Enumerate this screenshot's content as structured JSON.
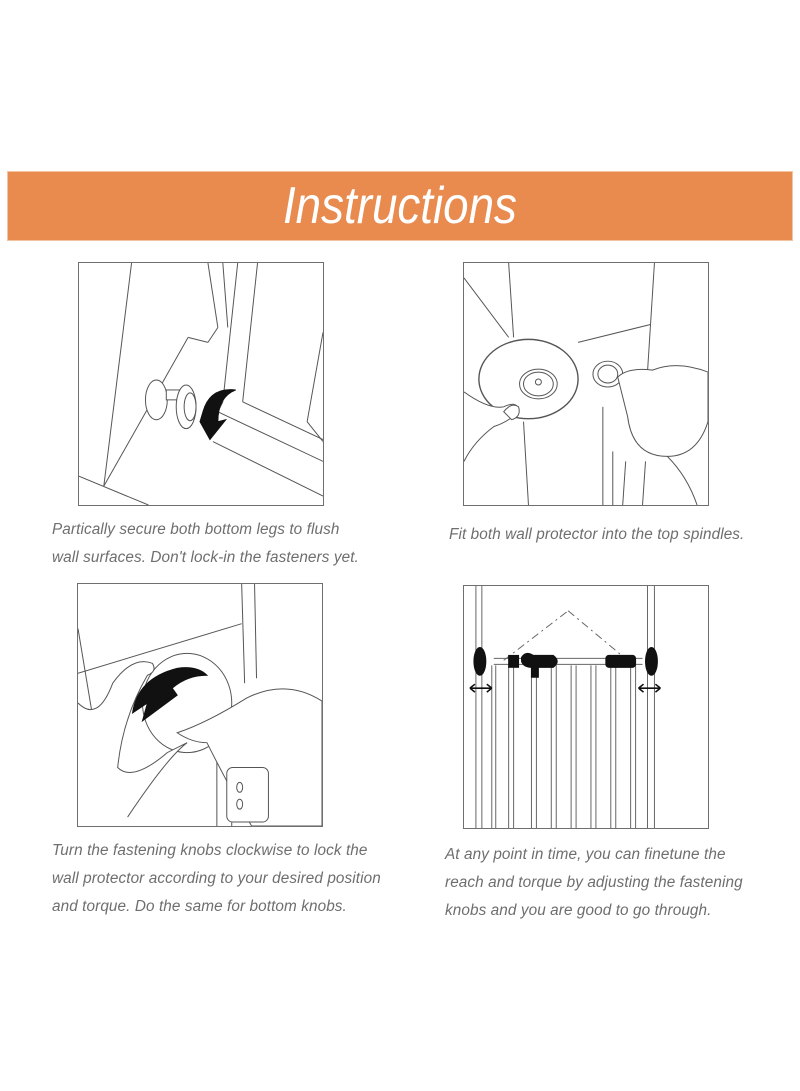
{
  "banner": {
    "title": "Instructions",
    "background_color": "#e98a4f",
    "text_color": "#ffffff"
  },
  "steps": [
    {
      "illustration": "knob-tighten-bottom-leg",
      "caption": "Partically secure both bottom legs to flush\nwall surfaces. Don't lock-in the fasteners yet."
    },
    {
      "illustration": "fit-wall-protector-top-spindle",
      "caption": "Fit both wall protector into the top spindles."
    },
    {
      "illustration": "turn-knob-clockwise",
      "caption": "Turn the fastening knobs clockwise to lock the\nwall protector according to your desired position\nand torque. Do the same for bottom knobs."
    },
    {
      "illustration": "gate-adjust-reach",
      "caption": "At any point in time, you can finetune the\nreach and torque by adjusting the fastening\nknobs and you are good to go through."
    }
  ],
  "caption_color": "#6e6e6e"
}
